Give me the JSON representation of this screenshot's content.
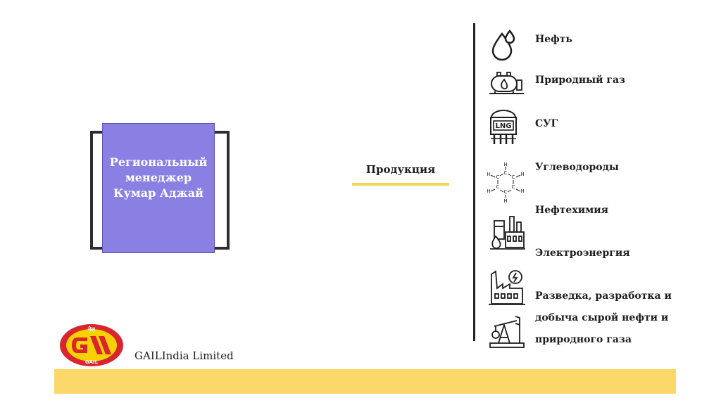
{
  "card": {
    "line1": "Региональный",
    "line2": "менеджер",
    "line3": "Кумар Аджай"
  },
  "products": {
    "label": "Продукция",
    "items": [
      {
        "label": "Нефть",
        "icon": "oil-drop-icon"
      },
      {
        "label": "Природный газ",
        "icon": "gas-tank-icon"
      },
      {
        "label": "СУГ",
        "icon": "lng-tank-icon"
      },
      {
        "label": "Углеводороды",
        "icon": "hydrocarbon-molecule-icon"
      },
      {
        "label": "Нефтехимия",
        "icon": "petrochemical-plant-icon"
      },
      {
        "label": "Электроэнергия",
        "icon": "power-plant-icon"
      },
      {
        "label_line1": "Разведка, разработка и",
        "label_line2": "добыча сырой нефти и",
        "label_line3": "природного газа",
        "icon": "oil-pump-jack-icon"
      }
    ],
    "lng_text": "LNG"
  },
  "company": {
    "name": "GAILIndia Limited",
    "logo_text_top": "गेल",
    "logo_text_bottom": "GAIL"
  },
  "colors": {
    "card": "#8a80e4",
    "accent_yellow": "#fcd86a",
    "logo_red": "#d8262f",
    "logo_yellow": "#f7d000"
  }
}
